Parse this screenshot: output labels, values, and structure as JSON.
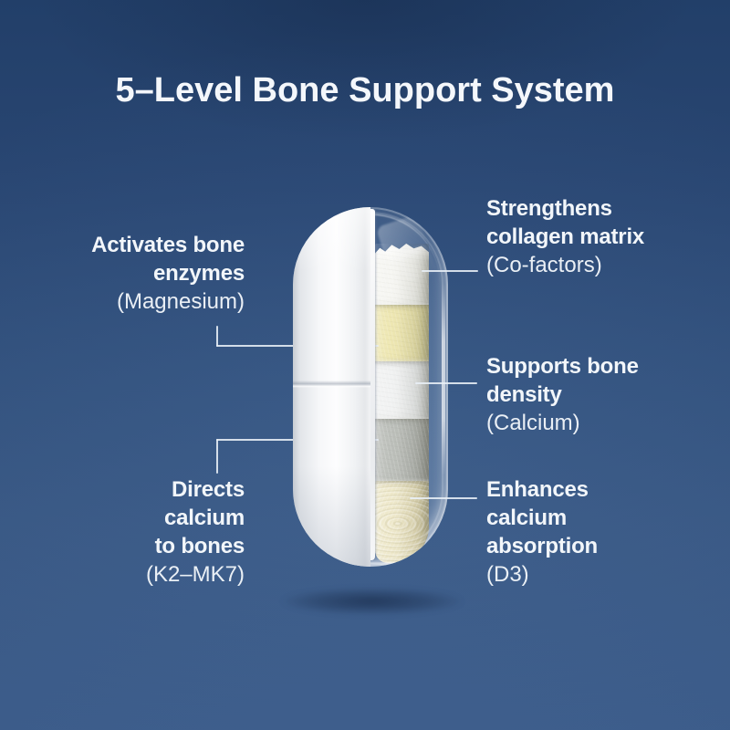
{
  "title": "5–Level Bone Support System",
  "labels": {
    "magnesium": {
      "line1": "Activates bone",
      "line2": "enzymes",
      "paren": "(Magnesium)"
    },
    "cofactors": {
      "line1": "Strengthens",
      "line2": "collagen matrix",
      "paren": "(Co-factors)"
    },
    "calcium": {
      "line1": "Supports bone",
      "line2": "density",
      "paren": "(Calcium)"
    },
    "k2": {
      "line1": "Directs",
      "line2": "calcium",
      "line3": "to bones",
      "paren": "(K2–MK7)"
    },
    "d3": {
      "line1": "Enhances",
      "line2": "calcium",
      "line3": "absorption",
      "paren": "(D3)"
    }
  },
  "capsule": {
    "layers": [
      {
        "name": "co-factors-powder",
        "light": "#f6f6f2",
        "dark": "#dfe0da"
      },
      {
        "name": "magnesium-powder",
        "light": "#eee7b2",
        "dark": "#d6cf98"
      },
      {
        "name": "calcium-powder",
        "light": "#f1f2f2",
        "dark": "#d7dada"
      },
      {
        "name": "k2-mk7-powder",
        "light": "#bcbfba",
        "dark": "#a2a5a0"
      },
      {
        "name": "d3-fiber",
        "light": "#eee8ca",
        "dark": "#d6cda4"
      }
    ]
  },
  "colors": {
    "background_top": "#223f69",
    "background_bottom": "#3c5c8a",
    "text": "#f2f6fa",
    "callout_line": "#e9f0f7",
    "shell_white": "#f6f7f9"
  }
}
